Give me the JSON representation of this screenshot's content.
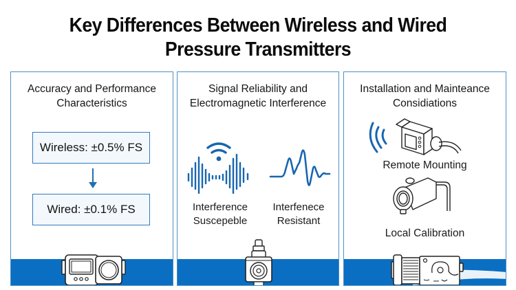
{
  "header": {
    "title_line1": "Key Differences Between Wireless and Wired",
    "title_line2": "Pressure Transmitters"
  },
  "colors": {
    "accent_blue": "#0a6fc2",
    "panel_border": "#4d8fc4",
    "box_border": "#2f7bbd"
  },
  "panels": [
    {
      "title_line1": "Accuracy and Performance",
      "title_line2": "Characteristics",
      "items": [
        {
          "label": "Wireless: ±0.5% FS"
        },
        {
          "label": "Wired: ±0.1% FS"
        }
      ],
      "icons": [
        "down-arrow-icon",
        "handheld-calibrator-icon"
      ]
    },
    {
      "title_line1": "Signal Reliability and",
      "title_line2": "Electromagnetic Interference",
      "items": [
        {
          "icon": "wifi-noisy-waveform-icon",
          "label_line1": "Interference",
          "label_line2": "Suscepeble"
        },
        {
          "icon": "clean-waveform-icon",
          "label_line1": "Interfenece",
          "label_line2": "Resistant"
        }
      ],
      "icons": [
        "pressure-transmitter-icon"
      ]
    },
    {
      "title_line1": "Installation and Mainteance",
      "title_line2": "Considiations",
      "items": [
        {
          "icon": "wireless-transmitter-icon",
          "label": "Remote Mounting"
        },
        {
          "icon": "wired-transmitter-icon",
          "label": "Local Calibration"
        }
      ],
      "icons": [
        "pump-motor-icon"
      ]
    }
  ]
}
